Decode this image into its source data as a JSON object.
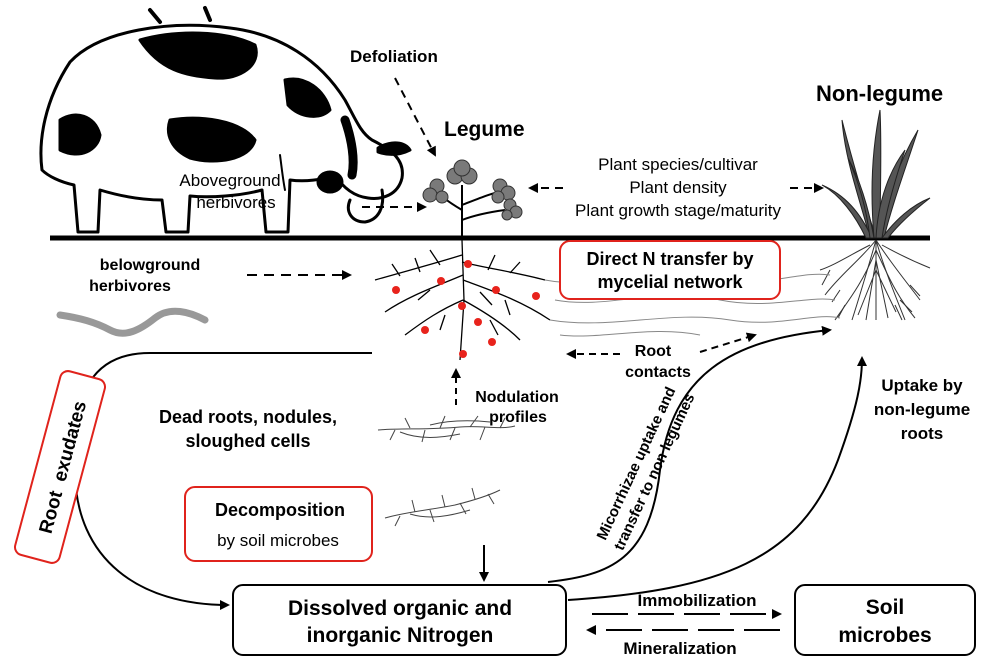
{
  "labels": {
    "defoliation": "Defoliation",
    "legume": "Legume",
    "non_legume": "Non-legume",
    "aboveground_1": "Aboveground",
    "aboveground_2": "herbivores",
    "factor_1": "Plant species/cultivar",
    "factor_2": "Plant density",
    "factor_3": "Plant growth stage/maturity",
    "belowground_1": "belowground",
    "belowground_2": "herbivores",
    "direct_n_1": "Direct N transfer by",
    "direct_n_2": "mycelial network",
    "root_contacts_1": "Root",
    "root_contacts_2": "contacts",
    "root_exudates": "Root  exudates",
    "nodulation_1": "Nodulation",
    "nodulation_2": "profiles",
    "dead_roots_1": "Dead roots, nodules,",
    "dead_roots_2": "sloughed cells",
    "uptake_1": "Uptake by",
    "uptake_2": "non-legume",
    "uptake_3": "roots",
    "decomposition_1": "Decomposition",
    "decomposition_2": "by soil microbes",
    "micorrhizae_1": "Micorrhizae uptake and",
    "micorrhizae_2": "transfer to non legumes",
    "dissolved_1": "Dissolved organic and",
    "dissolved_2": "inorganic Nitrogen",
    "immobilization": "Immobilization",
    "mineralization": "Mineralization",
    "soil_microbes_1": "Soil",
    "soil_microbes_2": "microbes"
  },
  "colors": {
    "highlight_border": "#e0231c",
    "nodule": "#e8231c",
    "ground_line": "#000000",
    "leaf": "#7a7a7a",
    "worm": "#9a9a9a"
  },
  "icons": {
    "cow": "cow-illustration",
    "legume": "clover-plant-illustration",
    "non_legume": "grass-plant-illustration",
    "worm": "worm-illustration"
  }
}
